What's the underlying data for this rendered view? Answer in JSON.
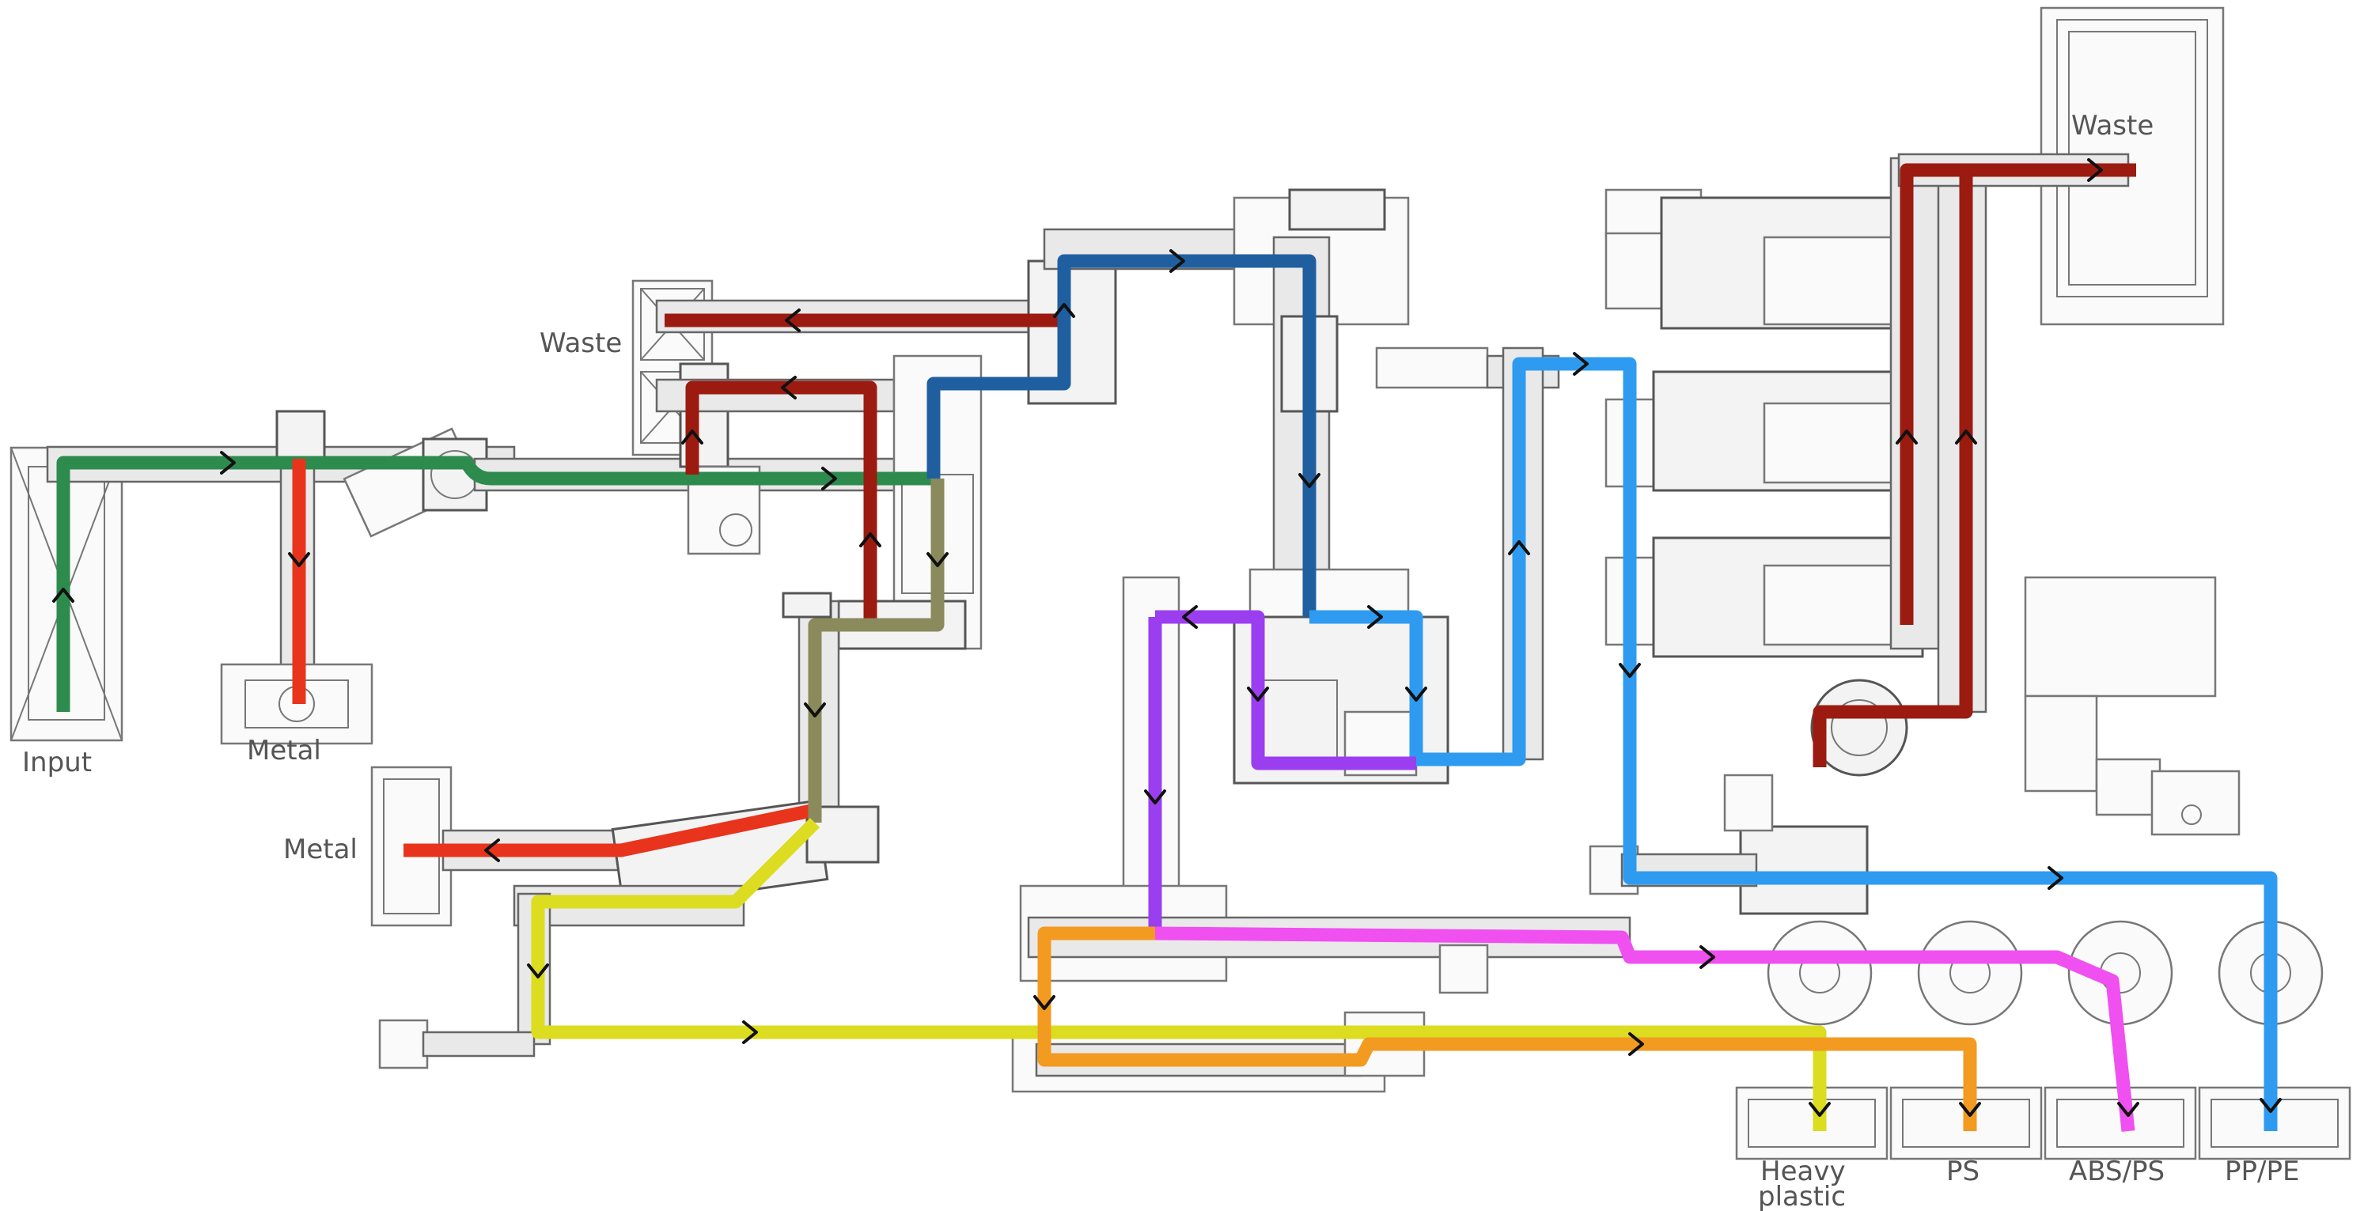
{
  "labels": {
    "input": "Input",
    "metal_top": "Metal",
    "metal_mid": "Metal",
    "waste_left": "Waste",
    "waste_right": "Waste",
    "heavy_line1": "Heavy",
    "heavy_line2": "plastic",
    "ps": "PS",
    "abs_ps": "ABS/PS",
    "pp_pe": "PP/PE"
  },
  "flow_colors": {
    "input_green": "#2e8b4e",
    "metal_red": "#e8341c",
    "waste_darkred": "#9b1b10",
    "olive": "#8a8a5c",
    "dark_blue": "#1f5fa0",
    "light_blue": "#2f9bf0",
    "purple": "#9b3ef0",
    "yellow": "#dcdc20",
    "orange": "#f39a20",
    "magenta": "#f050f0"
  },
  "icons": {
    "flow_arrow": "chevron-arrow",
    "machine": "conveyor-machine",
    "bin": "collection-bin",
    "drum": "drum-separator"
  }
}
